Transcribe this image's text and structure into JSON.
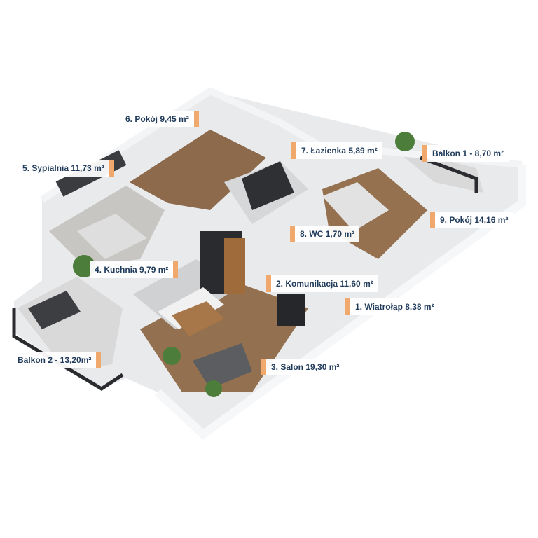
{
  "title": "Floor plan 3D visualization",
  "colors": {
    "label_text": "#1f3a5a",
    "accent": "#f0a86c",
    "wall": "#eef0f2",
    "floor_wood": "#9a7452",
    "floor_tile": "#cfd1d3",
    "dark": "#2b2d31"
  },
  "rooms": [
    {
      "id": "1",
      "text": "1. Wiatrołap 8,38 m²",
      "name": "Wiatrołap",
      "area": "8,38"
    },
    {
      "id": "2",
      "text": "2. Komunikacja 11,60 m²",
      "name": "Komunikacja",
      "area": "11,60"
    },
    {
      "id": "3",
      "text": "3. Salon 19,30 m²",
      "name": "Salon",
      "area": "19,30"
    },
    {
      "id": "4",
      "text": "4. Kuchnia 9,79 m²",
      "name": "Kuchnia",
      "area": "9,79"
    },
    {
      "id": "5",
      "text": "5. Sypialnia 11,73 m²",
      "name": "Sypialnia",
      "area": "11,73"
    },
    {
      "id": "6",
      "text": "6. Pokój 9,45 m²",
      "name": "Pokój",
      "area": "9,45"
    },
    {
      "id": "7",
      "text": "7. Łazienka 5,89 m²",
      "name": "Łazienka",
      "area": "5,89"
    },
    {
      "id": "8",
      "text": "8. WC 1,70 m²",
      "name": "WC",
      "area": "1,70"
    },
    {
      "id": "9",
      "text": "9. Pokój 14,16 m²",
      "name": "Pokój",
      "area": "14,16"
    },
    {
      "id": "b1",
      "text": "Balkon 1 - 8,70 m²",
      "name": "Balkon 1",
      "area": "8,70"
    },
    {
      "id": "b2",
      "text": "Balkon 2 - 13,20m²",
      "name": "Balkon 2",
      "area": "13,20"
    }
  ]
}
